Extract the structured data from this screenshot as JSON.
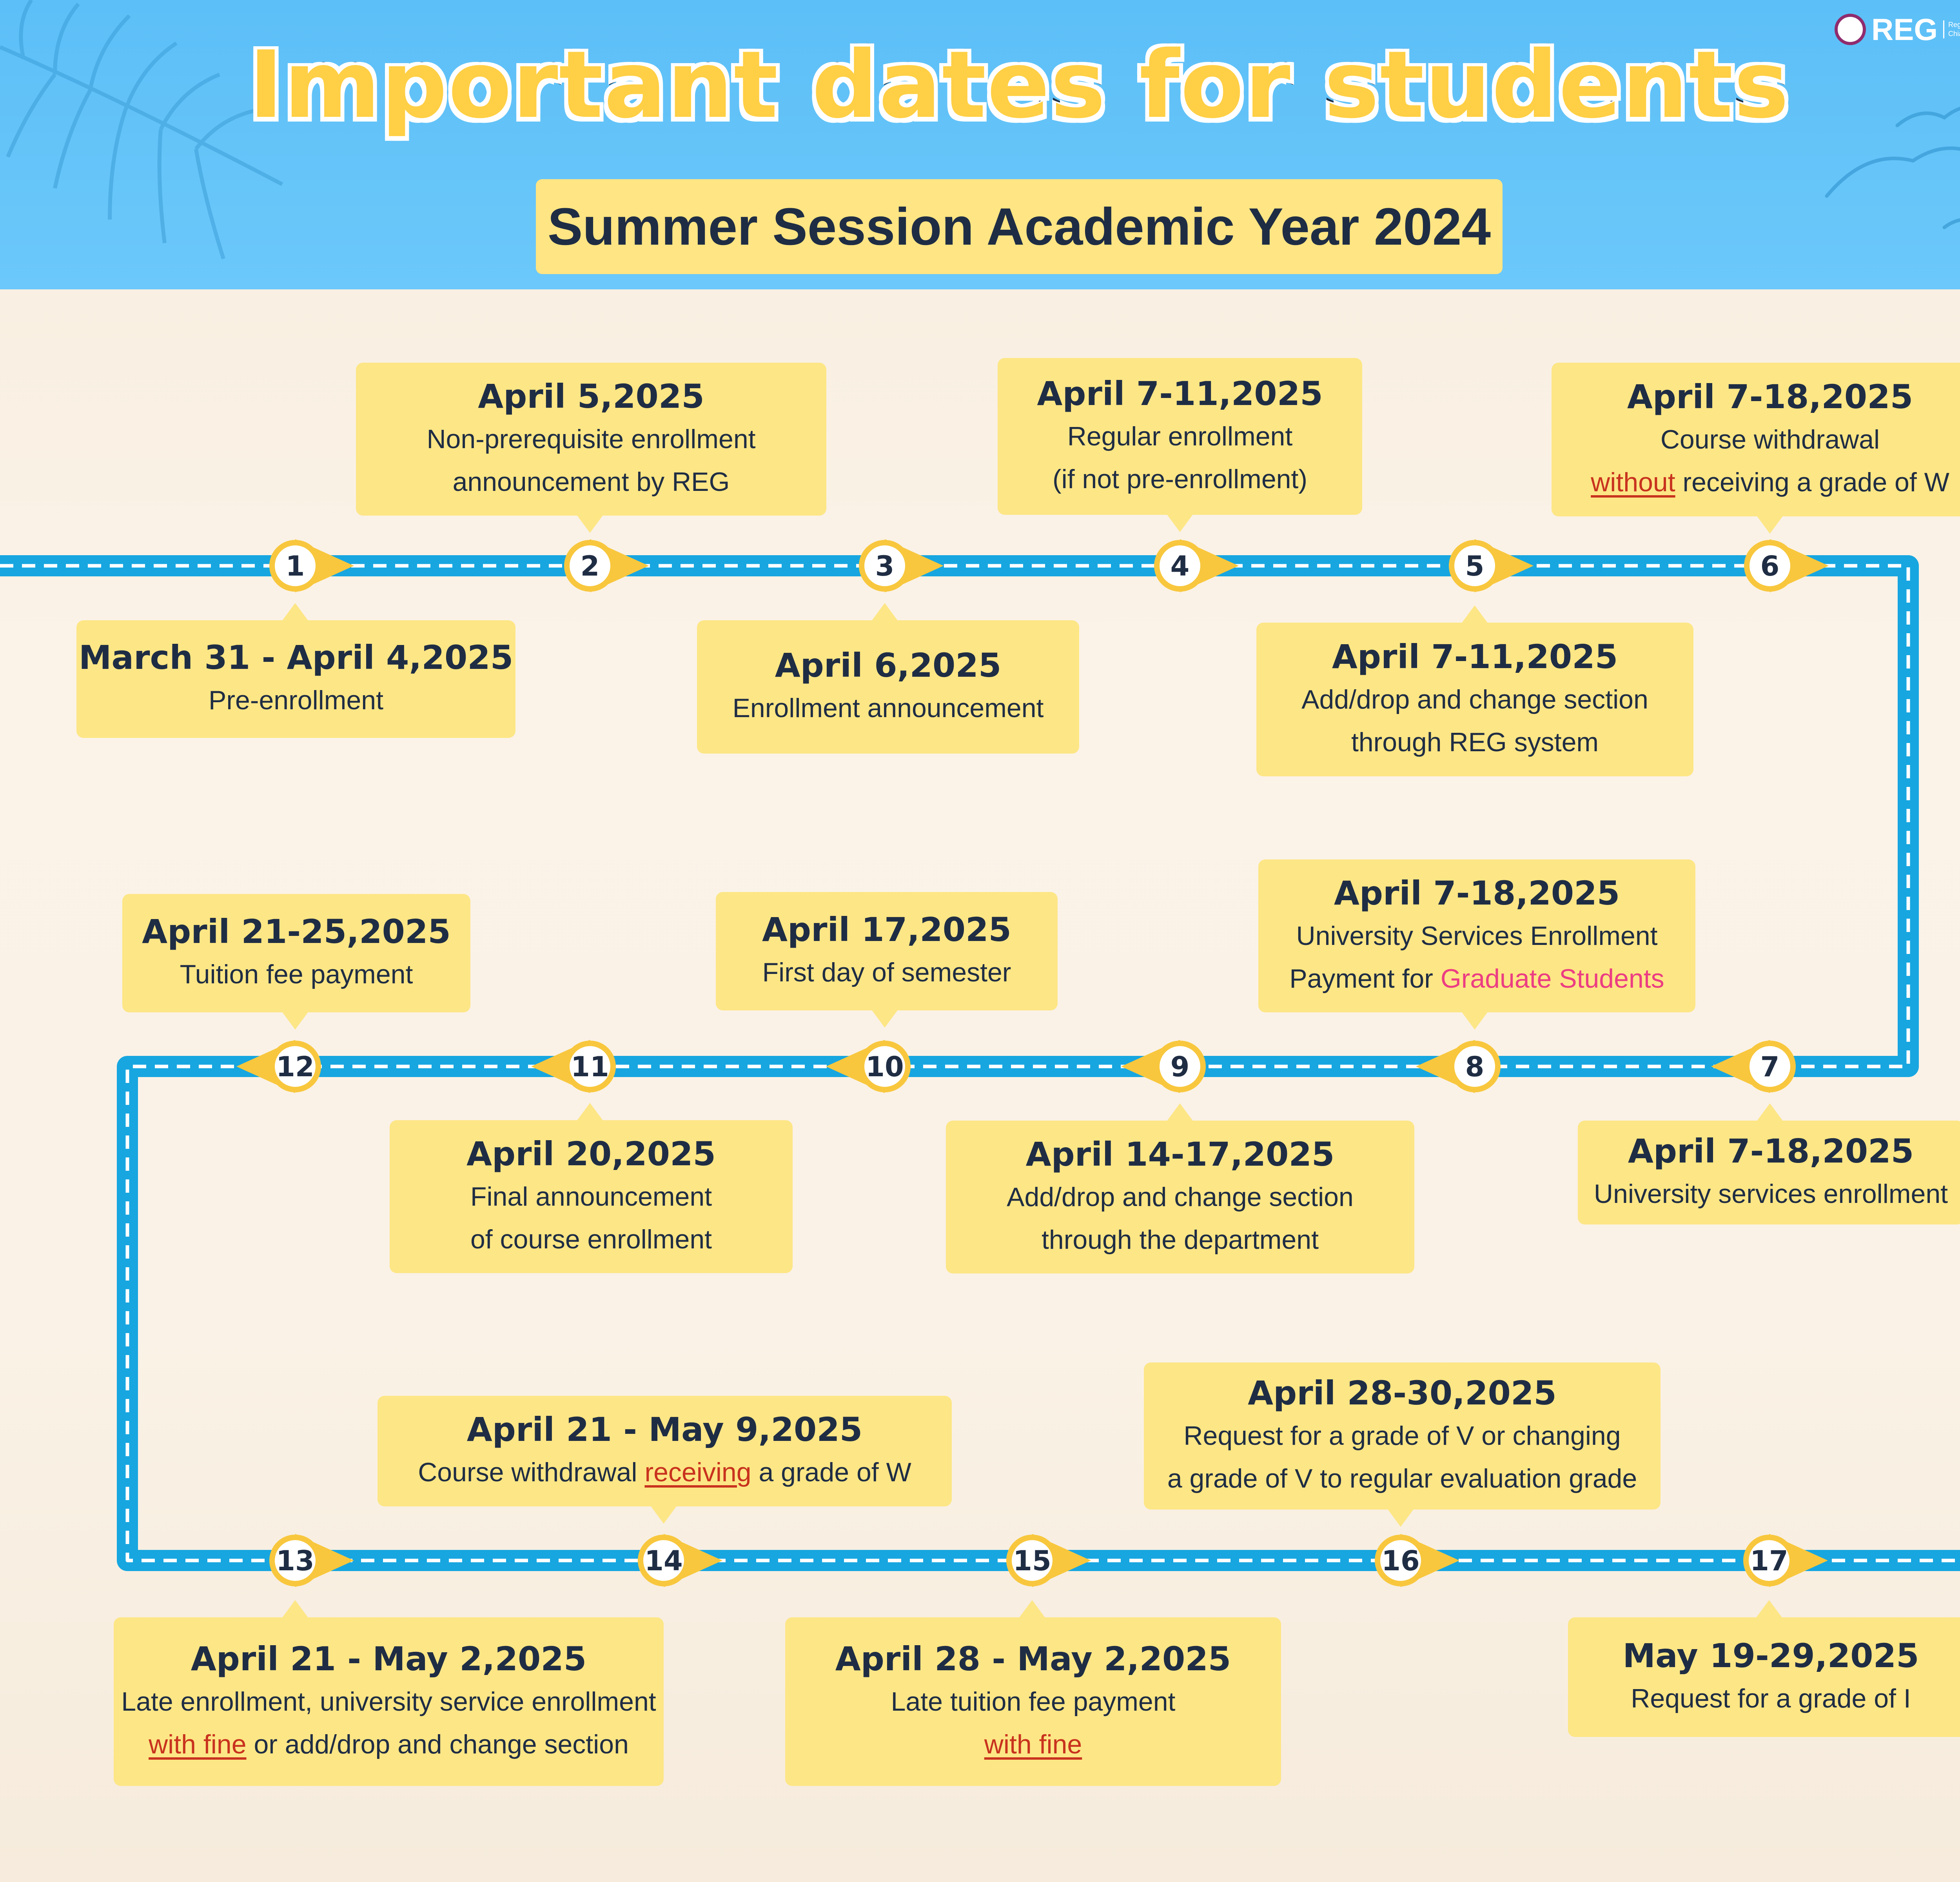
{
  "header": {
    "title": "Important dates for students",
    "subtitle": "Summer Session Academic Year 2024"
  },
  "logo": {
    "word": "REG",
    "line1": "Registration Office",
    "line2": "Chiang Mai University"
  },
  "colors": {
    "sky": "#5cbff7",
    "track": "#17a6e0",
    "card": "#fde685",
    "ink": "#1f2d44",
    "marker": "#f8c73d",
    "highlight_red": "#c8321e",
    "highlight_pink": "#ec3d83"
  },
  "events": [
    {
      "num": "1",
      "date": "March 31 - April 4,2025",
      "lines": [
        [
          {
            "t": "Pre-enrollment"
          }
        ]
      ]
    },
    {
      "num": "2",
      "date": "April 5,2025",
      "lines": [
        [
          {
            "t": "Non-prerequisite enrollment"
          }
        ],
        [
          {
            "t": "announcement by REG"
          }
        ]
      ]
    },
    {
      "num": "3",
      "date": "April 6,2025",
      "lines": [
        [
          {
            "t": "Enrollment announcement"
          }
        ]
      ]
    },
    {
      "num": "4",
      "date": "April 7-11,2025",
      "lines": [
        [
          {
            "t": "Regular enrollment"
          }
        ],
        [
          {
            "t": "(if not pre-enrollment)"
          }
        ]
      ]
    },
    {
      "num": "5",
      "date": "April 7-11,2025",
      "lines": [
        [
          {
            "t": "Add/drop and change section"
          }
        ],
        [
          {
            "t": "through REG system"
          }
        ]
      ]
    },
    {
      "num": "6",
      "date": "April 7-18,2025",
      "lines": [
        [
          {
            "t": "Course withdrawal"
          }
        ],
        [
          {
            "t": "without",
            "h": "red"
          },
          {
            "t": " receiving a grade of W"
          }
        ]
      ]
    },
    {
      "num": "7",
      "date": "April 7-18,2025",
      "lines": [
        [
          {
            "t": "University services enrollment"
          }
        ]
      ]
    },
    {
      "num": "8",
      "date": "April 7-18,2025",
      "lines": [
        [
          {
            "t": "University Services Enrollment"
          }
        ],
        [
          {
            "t": "Payment for "
          },
          {
            "t": "Graduate Students",
            "h": "pink"
          }
        ]
      ]
    },
    {
      "num": "9",
      "date": "April 14-17,2025",
      "lines": [
        [
          {
            "t": "Add/drop and change section"
          }
        ],
        [
          {
            "t": "through the department"
          }
        ]
      ]
    },
    {
      "num": "10",
      "date": "April 17,2025",
      "lines": [
        [
          {
            "t": "First day of semester"
          }
        ]
      ]
    },
    {
      "num": "11",
      "date": "April 20,2025",
      "lines": [
        [
          {
            "t": "Final announcement"
          }
        ],
        [
          {
            "t": "of course enrollment"
          }
        ]
      ]
    },
    {
      "num": "12",
      "date": "April 21-25,2025",
      "lines": [
        [
          {
            "t": "Tuition fee payment"
          }
        ]
      ]
    },
    {
      "num": "13",
      "date": "April 21 - May 2,2025",
      "lines": [
        [
          {
            "t": "Late enrollment, university service enrollment"
          }
        ],
        [
          {
            "t": "with fine",
            "h": "red"
          },
          {
            "t": " or add/drop and change section"
          }
        ]
      ]
    },
    {
      "num": "14",
      "date": "April 21 - May 9,2025",
      "lines": [
        [
          {
            "t": "Course withdrawal "
          },
          {
            "t": "receiving",
            "h": "red"
          },
          {
            "t": " a grade of W"
          }
        ]
      ]
    },
    {
      "num": "15",
      "date": "April 28 - May 2,2025",
      "lines": [
        [
          {
            "t": "Late tuition fee payment"
          }
        ],
        [
          {
            "t": "with fine",
            "h": "red"
          }
        ]
      ]
    },
    {
      "num": "16",
      "date": "April 28-30,2025",
      "lines": [
        [
          {
            "t": "Request for a grade of V or changing"
          }
        ],
        [
          {
            "t": "a grade of V to regular evaluation grade"
          }
        ]
      ]
    },
    {
      "num": "17",
      "date": "May 19-29,2025",
      "lines": [
        [
          {
            "t": "Request for a grade of I"
          }
        ]
      ]
    }
  ]
}
